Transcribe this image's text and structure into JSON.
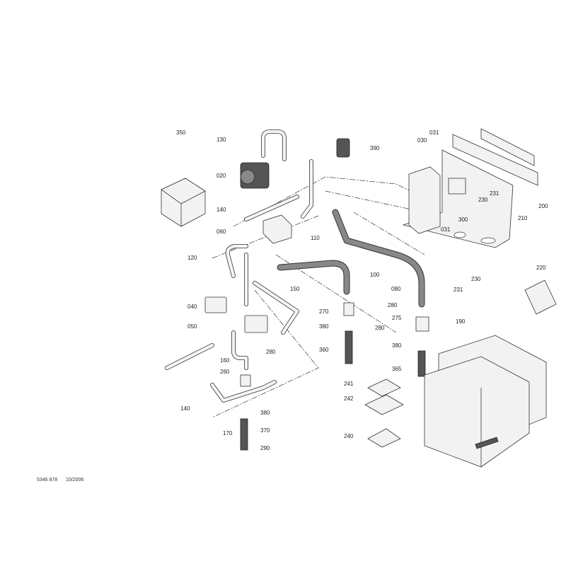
{
  "callouts": [
    "350",
    "130",
    "020",
    "140",
    "060",
    "110",
    "390",
    "030",
    "031",
    "231",
    "230",
    "300",
    "031",
    "210",
    "200",
    "120",
    "150",
    "100",
    "080",
    "231",
    "230",
    "220",
    "040",
    "270",
    "280",
    "275",
    "050",
    "380",
    "280",
    "190",
    "360",
    "380",
    "280",
    "160",
    "260",
    "365",
    "241",
    "242",
    "140",
    "170",
    "380",
    "370",
    "290",
    "240"
  ],
  "footer": {
    "doc_number": "5346 878",
    "date": "10/2006"
  }
}
